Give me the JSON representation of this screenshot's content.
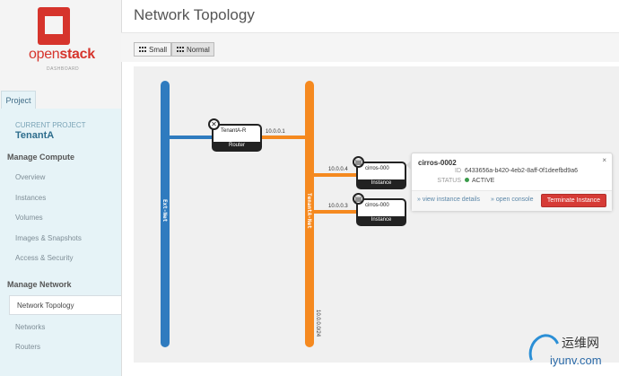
{
  "brand": {
    "name_light": "open",
    "name_bold": "stack",
    "subtitle": "DASHBOARD"
  },
  "sidebar": {
    "tab": "Project",
    "current_project_label": "CURRENT PROJECT",
    "current_project": "TenantA",
    "compute_title": "Manage Compute",
    "compute_items": [
      "Overview",
      "Instances",
      "Volumes",
      "Images & Snapshots",
      "Access & Security"
    ],
    "network_title": "Manage Network",
    "network_items": [
      "Network Topology",
      "Networks",
      "Routers"
    ],
    "active_item": "Network Topology"
  },
  "page": {
    "title": "Network Topology"
  },
  "toolbar": {
    "small_label": "Small",
    "normal_label": "Normal",
    "selected": "Normal"
  },
  "colors": {
    "ext_net": "#2f7bbf",
    "tenant_net": "#f5891f",
    "terminate": "#d63b36",
    "active": "#3a9b4a"
  },
  "topology": {
    "ext_net_label": "Ext-Net",
    "tenant_net_label": "TenantA-Net",
    "tenant_cidr": "10.0.0.0/24",
    "router": {
      "name": "TenantA-R",
      "type": "Router",
      "ip": "10.0.0.1",
      "icon": "router-icon"
    },
    "instances": [
      {
        "name": "cirros-000",
        "type": "Instance",
        "ip": "10.0.0.4",
        "icon": "instance-icon"
      },
      {
        "name": "cirros-000",
        "type": "Instance",
        "ip": "10.0.0.3",
        "icon": "instance-icon"
      }
    ]
  },
  "popup": {
    "title": "cirros-0002",
    "id_label": "ID",
    "id_value": "6433656a-b420-4eb2-8aff-0f1deefbd9a6",
    "status_label": "STATUS",
    "status_value": "ACTIVE",
    "view_details": "» view instance details",
    "open_console": "» open console",
    "terminate": "Terminate Instance",
    "close": "×"
  },
  "watermark": {
    "cn": "运维网",
    "url": "iyunv.com"
  }
}
